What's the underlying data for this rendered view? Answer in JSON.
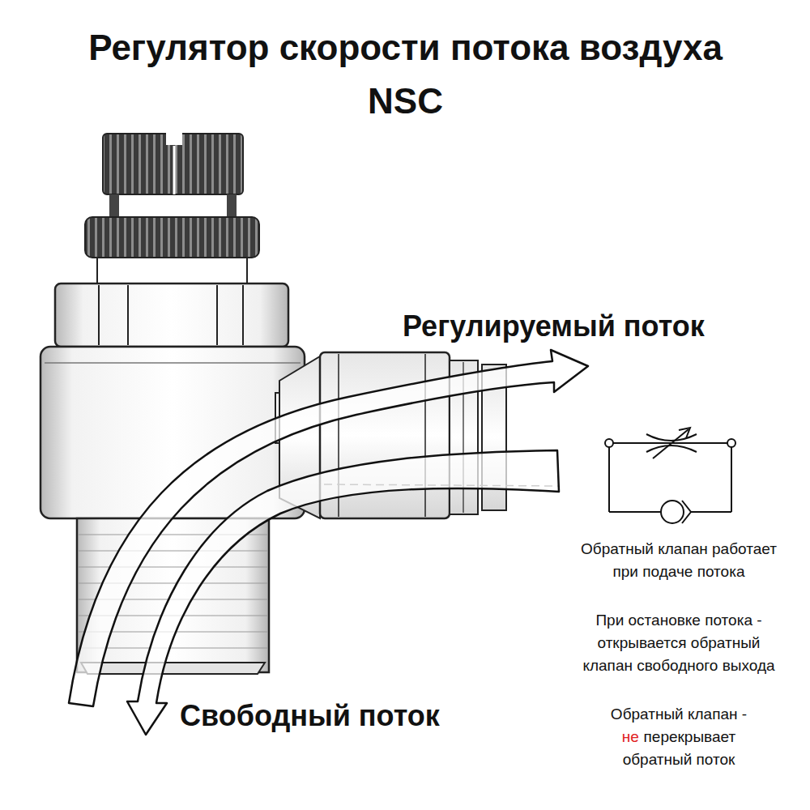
{
  "diagram": {
    "title": "Регулятор скорости потока воздуха NSC",
    "labels": [
      "Регулируемый поток",
      "Свободный поток",
      "Обратный клапан работает при подаче потока",
      "При остановке потока - открывается обратный клапан свободного выхода",
      "Обратный клапан -",
      "не",
      "перекрывает обратный поток"
    ]
  }
}
